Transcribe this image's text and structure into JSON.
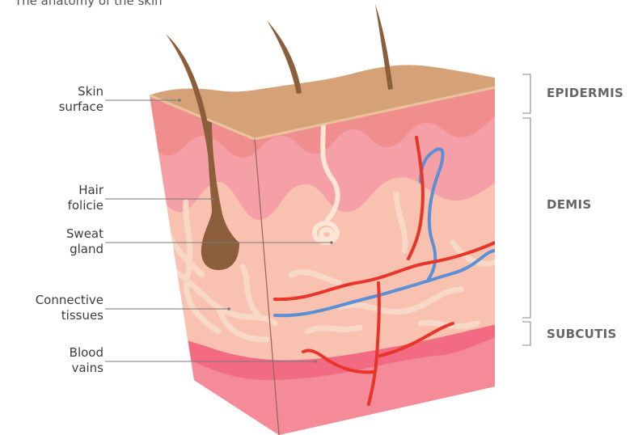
{
  "title": "The anatomy of the skin",
  "labels": {
    "skin_surface": [
      "Skin",
      "surface"
    ],
    "hair_follicle": [
      "Hair",
      "folicie"
    ],
    "sweat_gland": [
      "Sweat",
      "gland"
    ],
    "connective_tissues": [
      "Connective",
      "tissues"
    ],
    "blood_vessels": [
      "Blood",
      "vains"
    ]
  },
  "layers": {
    "epidermis": "EPIDERMIS",
    "dermis": "DEMIS",
    "subcutis": "SUBCUTIS"
  },
  "colors": {
    "surface": "#d4a276",
    "epidermis": "#f08e8e",
    "dermis_light": "#f9c2b0",
    "dermis_pink": "#f5a0a7",
    "subcutis": "#f26b82",
    "hair": "#8b5e3c",
    "artery": "#e8352a",
    "vein": "#5b8fd6",
    "layer_label": "#666666",
    "leader_line": "#7a7a7a"
  }
}
